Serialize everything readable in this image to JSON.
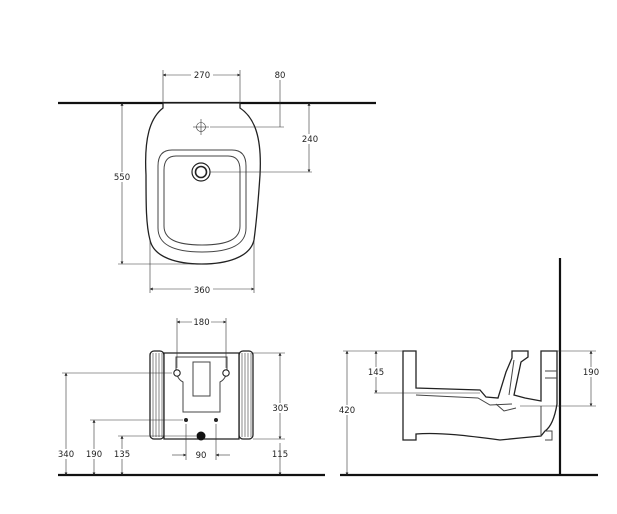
{
  "top_view": {
    "width_top": "270",
    "offset_80": "80",
    "dist_240": "240",
    "length_550": "550",
    "width_360": "360"
  },
  "rear_view": {
    "spacing_180": "180",
    "height_305": "305",
    "height_340": "340",
    "height_190": "190",
    "height_135": "135",
    "spacing_90": "90",
    "height_115": "115"
  },
  "side_view": {
    "height_420": "420",
    "height_145": "145",
    "height_190": "190"
  }
}
